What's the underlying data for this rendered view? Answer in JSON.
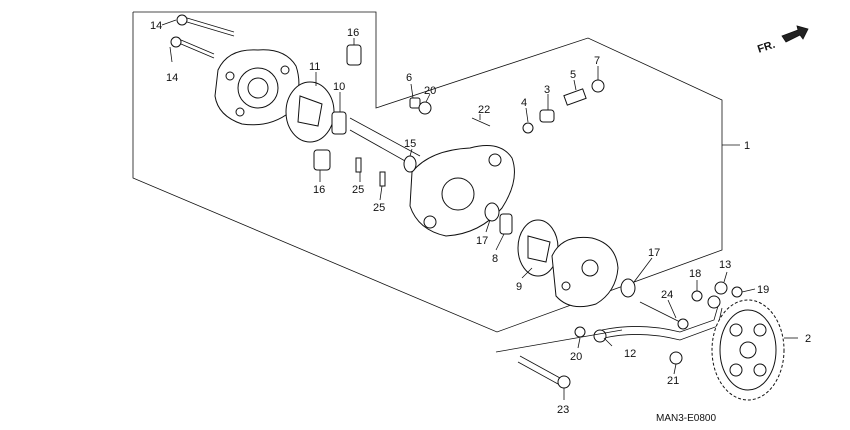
{
  "direction_label": "FR.",
  "diagram_code": "MAN3-E0800",
  "callouts": [
    {
      "id": "c14a",
      "text": "14"
    },
    {
      "id": "c14b",
      "text": "14"
    },
    {
      "id": "c16a",
      "text": "16"
    },
    {
      "id": "c11",
      "text": "11"
    },
    {
      "id": "c10",
      "text": "10"
    },
    {
      "id": "c6",
      "text": "6"
    },
    {
      "id": "c20a",
      "text": "20"
    },
    {
      "id": "c7",
      "text": "7"
    },
    {
      "id": "c5",
      "text": "5"
    },
    {
      "id": "c3",
      "text": "3"
    },
    {
      "id": "c4",
      "text": "4"
    },
    {
      "id": "c22",
      "text": "22"
    },
    {
      "id": "c15",
      "text": "15"
    },
    {
      "id": "c1",
      "text": "1"
    },
    {
      "id": "c16b",
      "text": "16"
    },
    {
      "id": "c25a",
      "text": "25"
    },
    {
      "id": "c25b",
      "text": "25"
    },
    {
      "id": "c17a",
      "text": "17"
    },
    {
      "id": "c8",
      "text": "8"
    },
    {
      "id": "c9",
      "text": "9"
    },
    {
      "id": "c17b",
      "text": "17"
    },
    {
      "id": "c18",
      "text": "18"
    },
    {
      "id": "c13",
      "text": "13"
    },
    {
      "id": "c19",
      "text": "19"
    },
    {
      "id": "c24",
      "text": "24"
    },
    {
      "id": "c2",
      "text": "2"
    },
    {
      "id": "c20b",
      "text": "20"
    },
    {
      "id": "c12",
      "text": "12"
    },
    {
      "id": "c21",
      "text": "21"
    },
    {
      "id": "c23",
      "text": "23"
    }
  ]
}
